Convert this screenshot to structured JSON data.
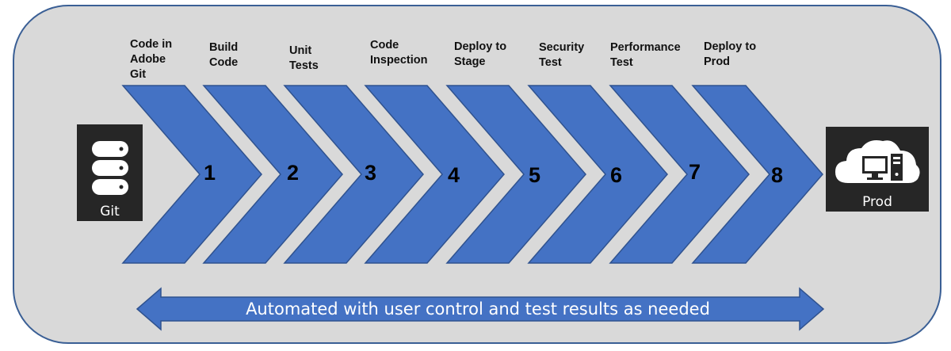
{
  "stages": [
    {
      "label": "Code in\nAdobe\nGit",
      "number": "1"
    },
    {
      "label": "Build\nCode",
      "number": "2"
    },
    {
      "label": "Unit\nTests",
      "number": "3"
    },
    {
      "label": "Code\nInspection",
      "number": "4"
    },
    {
      "label": "Deploy to\nStage",
      "number": "5"
    },
    {
      "label": "Security\nTest",
      "number": "6"
    },
    {
      "label": "Performance\nTest",
      "number": "7"
    },
    {
      "label": "Deploy to\nProd",
      "number": "8"
    }
  ],
  "source": {
    "label": "Git",
    "icon": "database-icon"
  },
  "target": {
    "label": "Prod",
    "icon": "cloud-computer-icon"
  },
  "arrow_caption": "Automated with user control and test results as needed",
  "colors": {
    "chevron": "#4472c4",
    "chevron_border": "#2f528f",
    "panel": "#d9d9d9",
    "tile": "#262626"
  }
}
